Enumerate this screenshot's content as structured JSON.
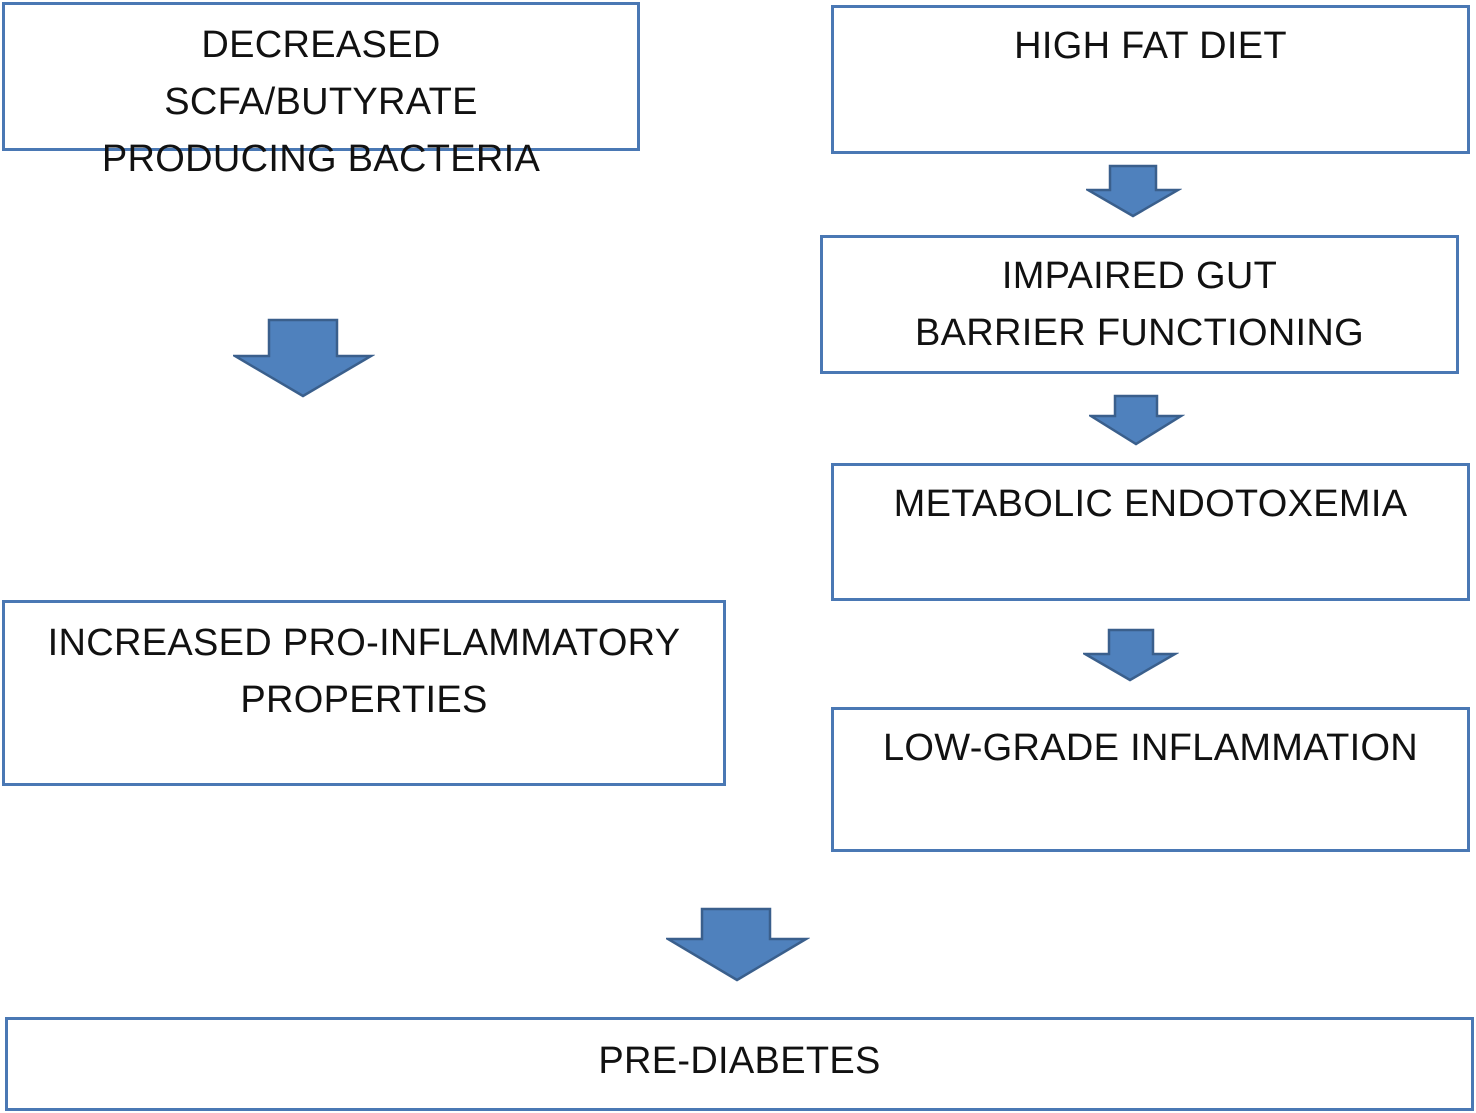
{
  "boxes": {
    "scfa": "DECREASED SCFA/BUTYRATE PRODUCING BACTERIA",
    "high_fat_diet": "HIGH FAT DIET",
    "impaired_gut": "IMPAIRED GUT BARRIER FUNCTIONING",
    "endotoxemia": "METABOLIC ENDOTOXEMIA",
    "pro_inflammatory": "INCREASED PRO-INFLAMMATORY PROPERTIES",
    "low_grade": "LOW-GRADE INFLAMMATION",
    "pre_diabetes": "PRE-DIABETES"
  },
  "colors": {
    "arrow_fill": "#4f81bd",
    "arrow_stroke": "#3a5f8c",
    "box_border": "#4a78b4"
  }
}
